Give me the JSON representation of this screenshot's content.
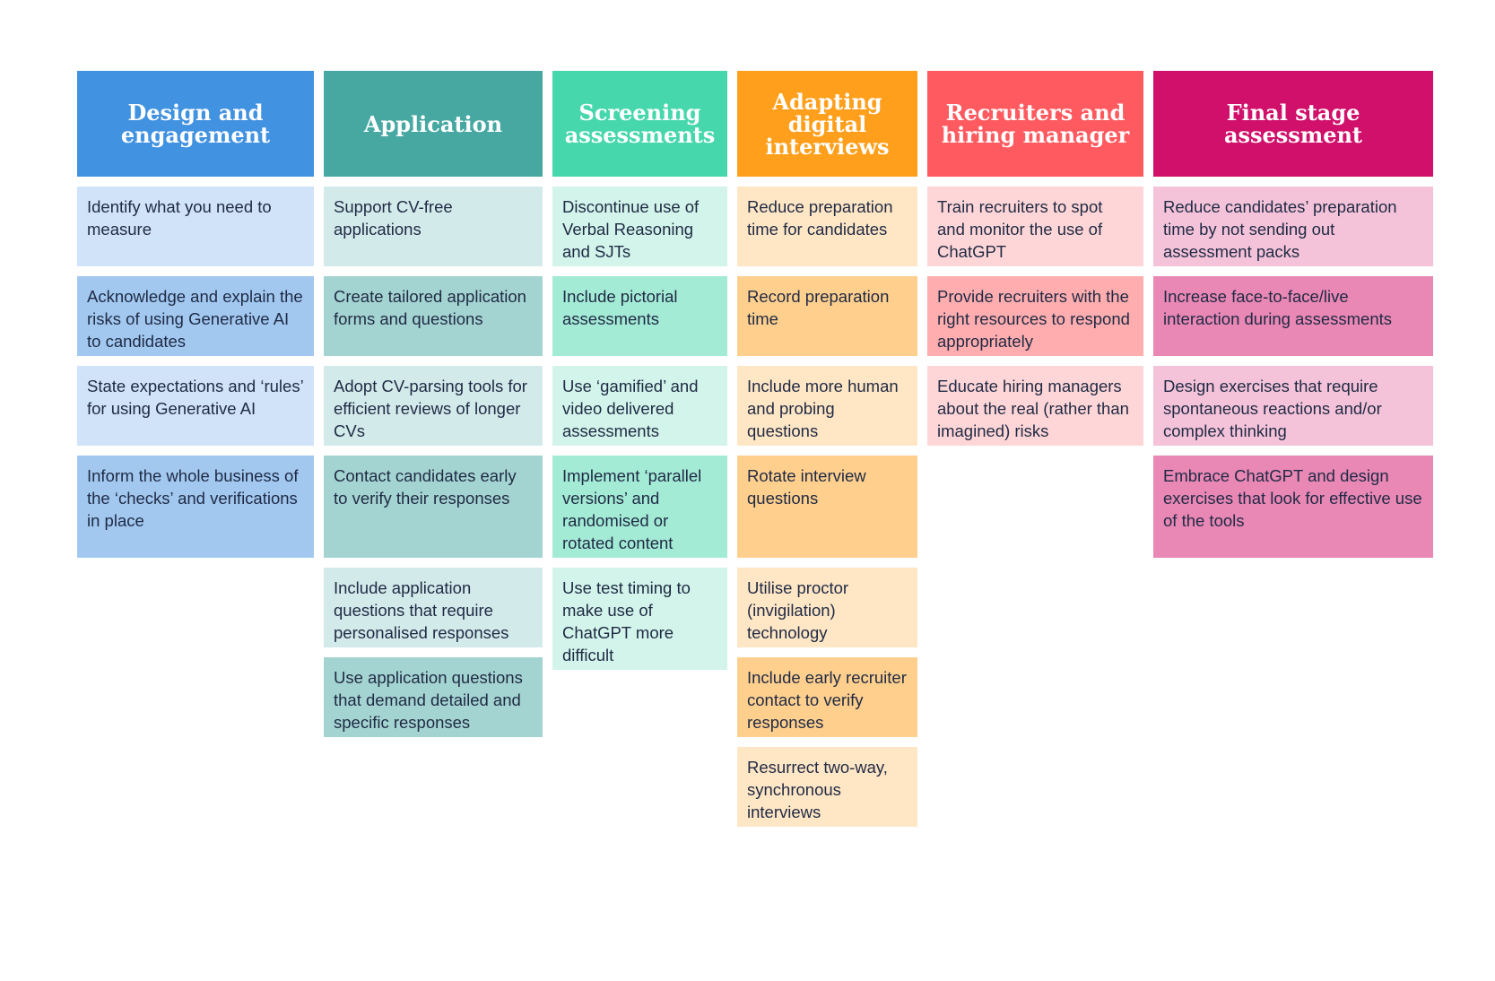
{
  "columns": [
    {
      "header": "Design and engagement",
      "header_color": "#4192E0",
      "light_color": "#D0E3F8",
      "dark_color": "#A2C8F0",
      "items": [
        "Identify what you need to measure",
        "Acknowledge and explain the risks of using Generative AI to candidates",
        "State expectations and ‘rules’ for using Generative AI",
        "Inform the whole business of the ‘checks’ and verifications in place"
      ]
    },
    {
      "header": "Application",
      "header_color": "#47A8A2",
      "light_color": "#D3EAEA",
      "dark_color": "#A4D4D1",
      "items": [
        "Support CV-free applications",
        "Create tailored application forms and questions",
        "Adopt CV-parsing tools for efficient reviews of longer CVs",
        "Contact candidates early to verify their responses",
        "Include application questions that require personalised responses",
        "Use application questions that demand detailed and specific responses"
      ]
    },
    {
      "header": "Screening assessments",
      "header_color": "#47D7AC",
      "light_color": "#D2F4EA",
      "dark_color": "#A4EBD6",
      "items": [
        "Discontinue use of Verbal Reasoning and SJTs",
        "Include pictorial assessments",
        "Use ‘gamified’ and video delivered assessments",
        "Implement ‘parallel versions’ and randomised or rotated content",
        "Use test timing to make use of ChatGPT more difficult"
      ]
    },
    {
      "header": "Adapting digital interviews",
      "header_color": "#FF9F1B",
      "light_color": "#FFE6C5",
      "dark_color": "#FFCF8D",
      "items": [
        "Reduce preparation time for candidates",
        "Record preparation time",
        "Include more human and probing questions",
        "Rotate interview questions",
        "Utilise proctor (invigilation) technology",
        "Include early recruiter contact to verify responses",
        "Resurrect two-way, synchronous interviews"
      ]
    },
    {
      "header": "Recruiters and hiring manager",
      "header_color": "#FF5A5F",
      "light_color": "#FFD6D7",
      "dark_color": "#FFADAF",
      "items": [
        "Train recruiters to spot and monitor the use of ChatGPT",
        "Provide recruiters with the right resources to respond appropriately",
        "Educate hiring managers about the real (rather than imagined) risks"
      ]
    },
    {
      "header": "Final stage assessment",
      "header_color": "#D0106A",
      "light_color": "#F4C3D9",
      "dark_color": "#E987B5",
      "items": [
        "Reduce candidates’ preparation time by not sending out assessment packs",
        "Increase face-to-face/live interaction during assessments",
        "Design exercises that require spontaneous reactions and/or complex thinking",
        "Embrace ChatGPT and design exercises that look for effective use of the tools"
      ]
    }
  ]
}
